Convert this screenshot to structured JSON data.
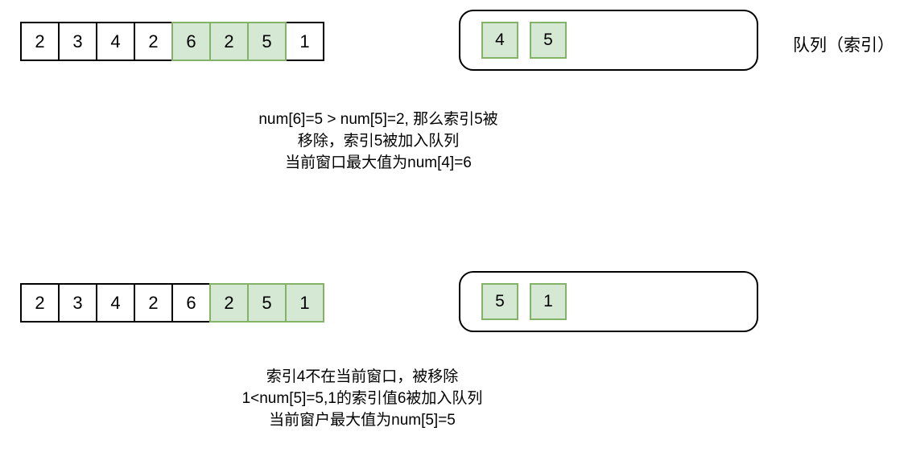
{
  "queue_label": "队列（索引）",
  "colors": {
    "highlight_fill": "#d5e8d4",
    "highlight_border": "#82b366",
    "cell_border": "#000000"
  },
  "section1": {
    "array": {
      "values": [
        "2",
        "3",
        "4",
        "2",
        "6",
        "2",
        "5",
        "1"
      ],
      "highlighted_indices": [
        4,
        5,
        6
      ]
    },
    "queue": {
      "items": [
        "4",
        "5"
      ]
    },
    "caption": {
      "line1": "num[6]=5  > num[5]=2, 那么索引5被",
      "line2": "移除，索引5被加入队列",
      "line3": "当前窗口最大值为num[4]=6"
    }
  },
  "section2": {
    "array": {
      "values": [
        "2",
        "3",
        "4",
        "2",
        "6",
        "2",
        "5",
        "1"
      ],
      "highlighted_indices": [
        5,
        6,
        7
      ]
    },
    "queue": {
      "items": [
        "5",
        "1"
      ]
    },
    "caption": {
      "line1": "索引4不在当前窗口，被移除",
      "line2": "1<num[5]=5,1的索引值6被加入队列",
      "line3": "当前窗户最大值为num[5]=5"
    }
  }
}
